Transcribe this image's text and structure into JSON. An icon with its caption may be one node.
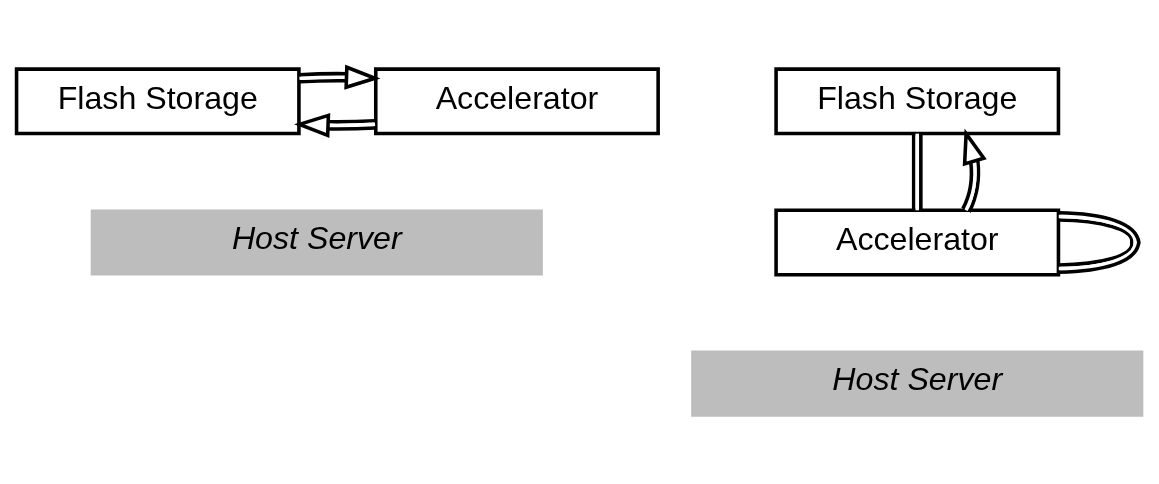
{
  "diagram": {
    "nodes": [
      {
        "text": [
          "Flash Storage"
        ]
      },
      {
        "text": [
          "Accelerator"
        ]
      },
      {
        "text": [
          "Host Server"
        ]
      },
      {
        "text": [
          "Flash Storage"
        ]
      },
      {
        "text": [
          "Accelerator"
        ]
      },
      {
        "text": [
          "Host Server"
        ]
      }
    ],
    "edges": [
      {
        "from": 1,
        "to": 0,
        "arrow": "to"
      },
      {
        "from": 0,
        "to": 1,
        "arrow": "to"
      },
      {
        "from": 3,
        "to": 4,
        "arrow": "none"
      },
      {
        "from": 4,
        "to": 4,
        "arrow": "none"
      },
      {
        "from": 4,
        "to": 3,
        "arrow": "to"
      }
    ]
  }
}
